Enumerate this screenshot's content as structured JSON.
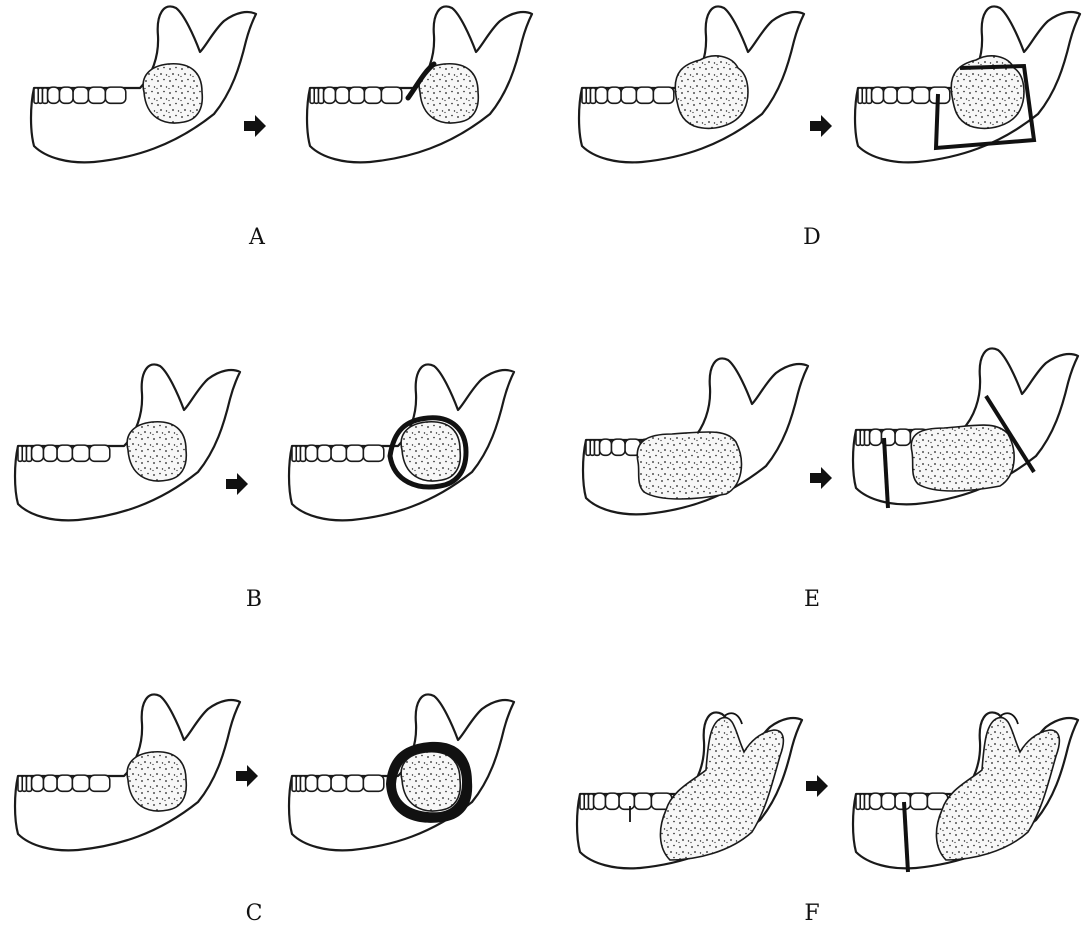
{
  "figure": {
    "panels": [
      {
        "id": "A",
        "label": "A",
        "kind": "small-anterior"
      },
      {
        "id": "B",
        "label": "B",
        "kind": "rim"
      },
      {
        "id": "C",
        "label": "C",
        "kind": "thick-rim"
      },
      {
        "id": "D",
        "label": "D",
        "kind": "box"
      },
      {
        "id": "E",
        "label": "E",
        "kind": "segment"
      },
      {
        "id": "F",
        "label": "F",
        "kind": "hemi"
      }
    ],
    "arrow_icon": "right-arrow-icon",
    "stipple_color": "#1a1a1a",
    "line_color": "#111111"
  }
}
